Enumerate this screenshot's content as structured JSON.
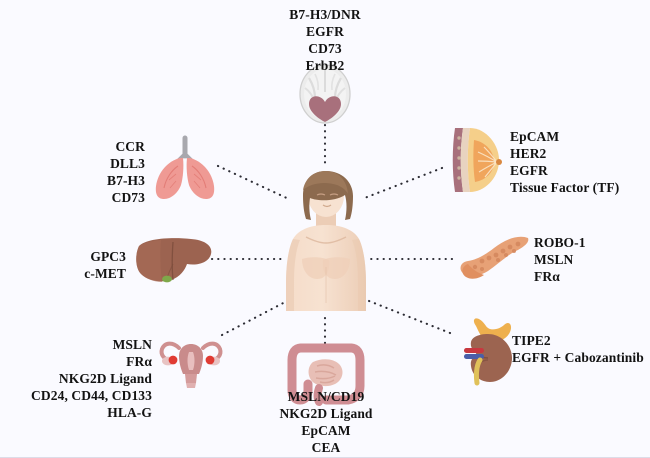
{
  "diagram": {
    "title": "Organ-specific tumor antigen targets",
    "background_color": "#fafaff",
    "text_color": "#121212",
    "connector_color": "#2b2b33",
    "center_figure": "female-torso"
  },
  "nodes": [
    {
      "id": "brain",
      "organ": "brain-icon",
      "align": "center",
      "targets": [
        "B7-H3/DNR",
        "EGFR",
        "CD73",
        "ErbB2"
      ]
    },
    {
      "id": "lung",
      "organ": "lungs-icon",
      "align": "right",
      "targets": [
        "CCR",
        "DLL3",
        "B7-H3",
        "CD73"
      ]
    },
    {
      "id": "breast",
      "organ": "breast-icon",
      "align": "left",
      "targets": [
        "EpCAM",
        "HER2",
        "EGFR",
        "Tissue Factor (TF)"
      ]
    },
    {
      "id": "liver",
      "organ": "liver-icon",
      "align": "right",
      "targets": [
        "GPC3",
        "c-MET"
      ]
    },
    {
      "id": "pancreas",
      "organ": "pancreas-icon",
      "align": "left",
      "targets": [
        "ROBO-1",
        "MSLN",
        "FRα"
      ]
    },
    {
      "id": "kidney",
      "organ": "kidney-icon",
      "align": "left",
      "targets": [
        "TIPE2",
        "EGFR + Cabozantinib"
      ]
    },
    {
      "id": "uterus",
      "organ": "uterus-icon",
      "align": "right",
      "targets": [
        "MSLN",
        "FRα",
        "NKG2D Ligand",
        "CD24, CD44, CD133",
        "HLA-G"
      ]
    },
    {
      "id": "intestine",
      "organ": "intestine-icon",
      "align": "center",
      "targets": [
        "MSLN/CD19",
        "NKG2D Ligand",
        "EpCAM",
        "CEA"
      ]
    }
  ],
  "label_text": {
    "brain": "B7-H3/DNR\nEGFR\nCD73\nErbB2",
    "lung": "CCR\nDLL3\nB7-H3\nCD73",
    "breast": "EpCAM\nHER2\nEGFR\nTissue Factor (TF)",
    "liver": "GPC3\nc-MET",
    "pancreas": "ROBO-1\nMSLN\nFRα",
    "kidney": "TIPE2\nEGFR + Cabozantinib",
    "uterus": "MSLN\nFRα\nNKG2D Ligand\nCD24, CD44, CD133\nHLA-G",
    "intestine": "MSLN/CD19\nNKG2D Ligand\nEpCAM\nCEA"
  }
}
